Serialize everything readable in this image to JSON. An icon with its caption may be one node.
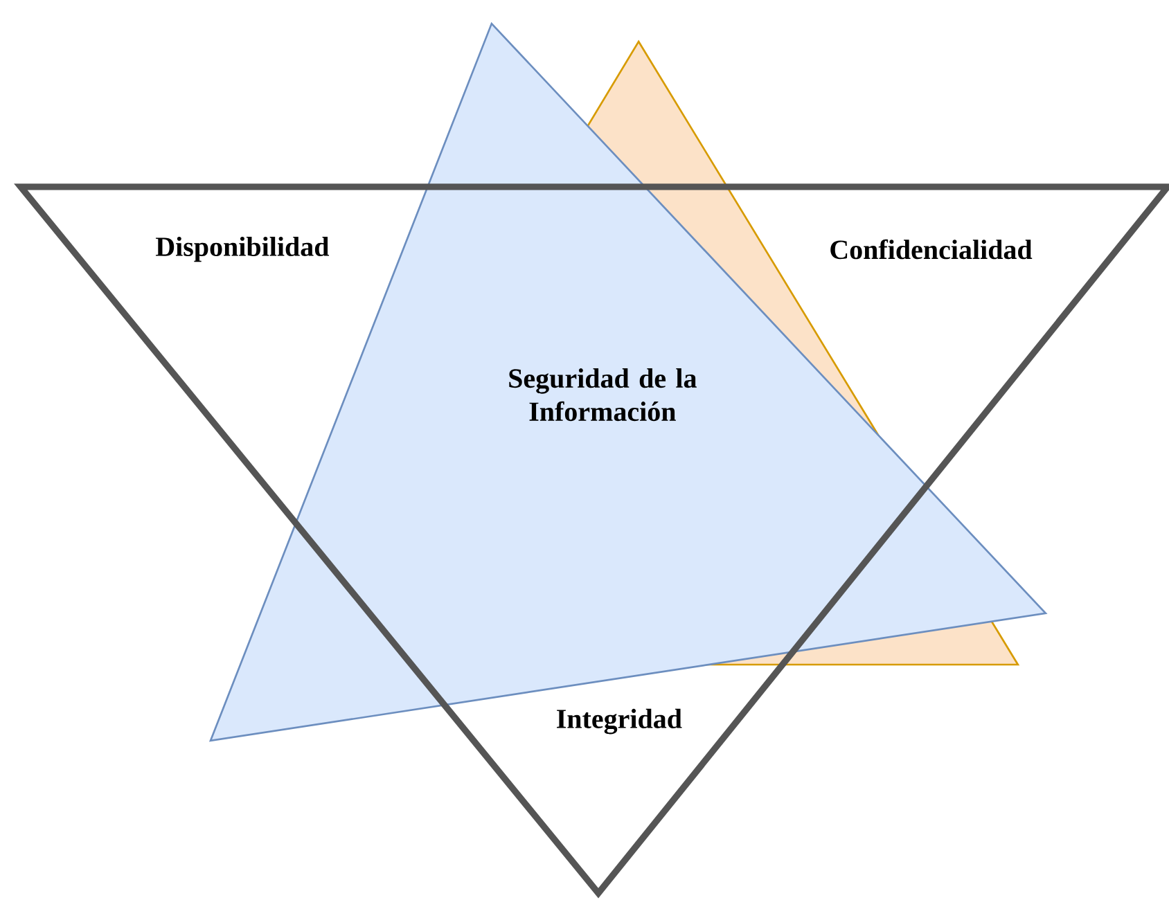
{
  "diagram": {
    "nodes": [
      {
        "text": [
          "Seguridad de la Información"
        ]
      },
      {
        "text": [
          "Disponibilidad",
          "Confidencialidad",
          "Integridad"
        ]
      }
    ]
  }
}
